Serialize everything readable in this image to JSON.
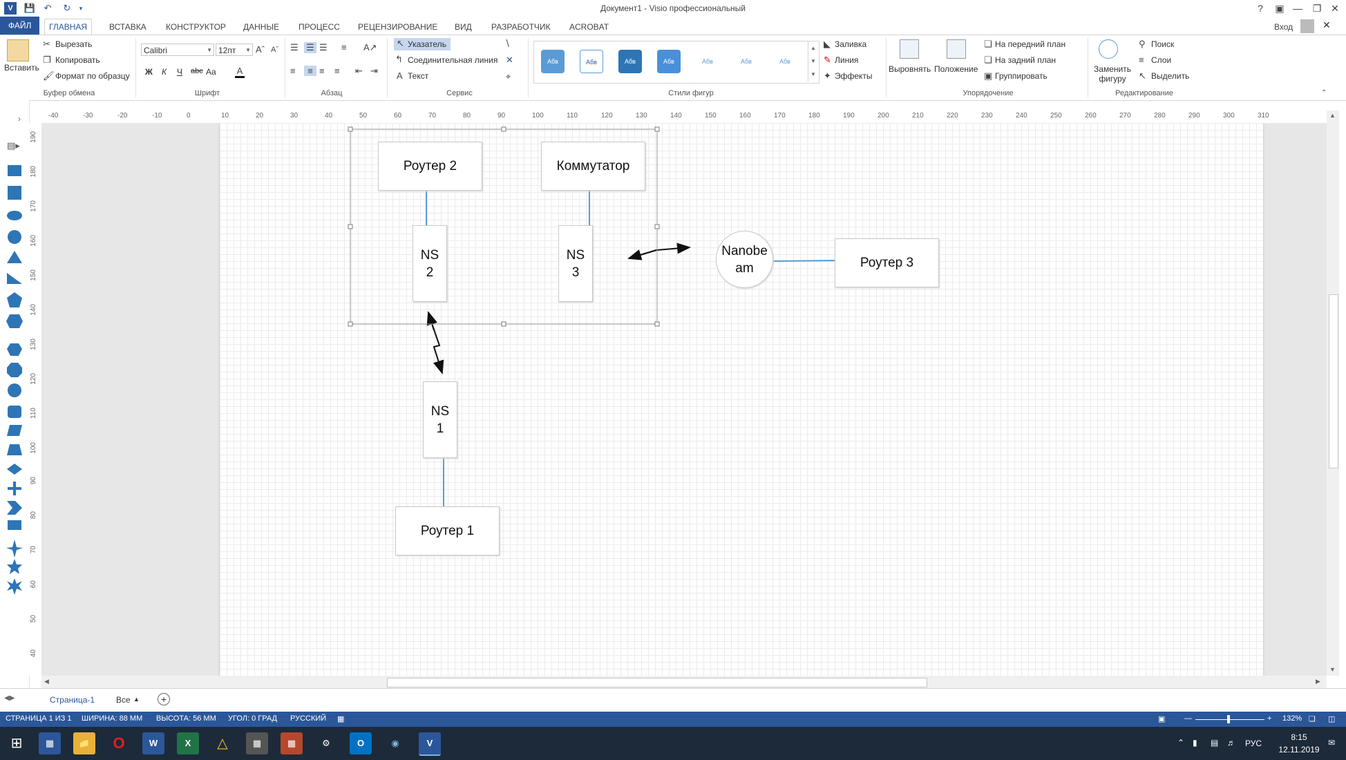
{
  "window": {
    "title": "Документ1 - Visio профессиональный",
    "login": "Вход",
    "help": "?"
  },
  "tabs": [
    "ФАЙЛ",
    "ГЛАВНАЯ",
    "ВСТАВКА",
    "КОНСТРУКТОР",
    "ДАННЫЕ",
    "ПРОЦЕСС",
    "РЕЦЕНЗИРОВАНИЕ",
    "ВИД",
    "РАЗРАБОТЧИК",
    "ACROBAT"
  ],
  "ribbon": {
    "clipboard": {
      "paste": "Вставить",
      "cut": "Вырезать",
      "copy": "Копировать",
      "format_painter": "Формат по образцу",
      "label": "Буфер обмена"
    },
    "font": {
      "family": "Calibri",
      "size": "12пт",
      "bold": "Ж",
      "italic": "К",
      "underline": "Ч",
      "strike": "abc",
      "case": "Aa",
      "label": "Шрифт"
    },
    "paragraph": {
      "label": "Абзац"
    },
    "tools": {
      "pointer": "Указатель",
      "connector": "Соединительная линия",
      "text": "Текст",
      "label": "Сервис"
    },
    "shape_styles": {
      "swatch_text": "Абв",
      "label": "Стили фигур",
      "fill": "Заливка",
      "line": "Линия",
      "effects": "Эффекты"
    },
    "arrange": {
      "align": "Выровнять",
      "position": "Положение",
      "bring_front": "На передний план",
      "send_back": "На задний план",
      "group": "Группировать",
      "label": "Упорядочение"
    },
    "editing": {
      "change_shape": "Заменить фигуру",
      "find": "Поиск",
      "layers": "Слои",
      "select": "Выделить",
      "label": "Редактирование"
    }
  },
  "ruler": {
    "h_ticks": [
      "-40",
      "-30",
      "-20",
      "-10",
      "0",
      "10",
      "20",
      "30",
      "40",
      "50",
      "60",
      "70",
      "80",
      "90",
      "100",
      "110",
      "120",
      "130",
      "140",
      "150",
      "160",
      "170",
      "180",
      "190",
      "200",
      "210",
      "220",
      "230",
      "240",
      "250",
      "260",
      "270",
      "280",
      "290",
      "300",
      "310"
    ],
    "v_ticks": [
      "190",
      "180",
      "170",
      "160",
      "150",
      "140",
      "130",
      "120",
      "110",
      "100",
      "90",
      "80",
      "70",
      "60",
      "50",
      "40"
    ]
  },
  "diagram": {
    "router2": "Роутер 2",
    "switch": "Коммутатор",
    "ns2": "NS 2",
    "ns3": "NS 3",
    "nanobeam": "Nanobe am",
    "router3": "Роутер 3",
    "ns1": "NS 1",
    "router1": "Роутер 1"
  },
  "pages": {
    "current": "Страница-1",
    "all": "Все"
  },
  "status": {
    "page": "СТРАНИЦА 1 ИЗ 1",
    "width": "ШИРИНА: 88 ММ",
    "height": "ВЫСОТА: 56 ММ",
    "angle": "УГОЛ: 0 ГРАД",
    "language": "РУССКИЙ",
    "zoom": "132%"
  },
  "taskbar": {
    "lang": "РУС",
    "time": "8:15",
    "date": "12.11.2019"
  },
  "colors": {
    "accent": "#2b579a",
    "connector": "#5b9bd5"
  }
}
